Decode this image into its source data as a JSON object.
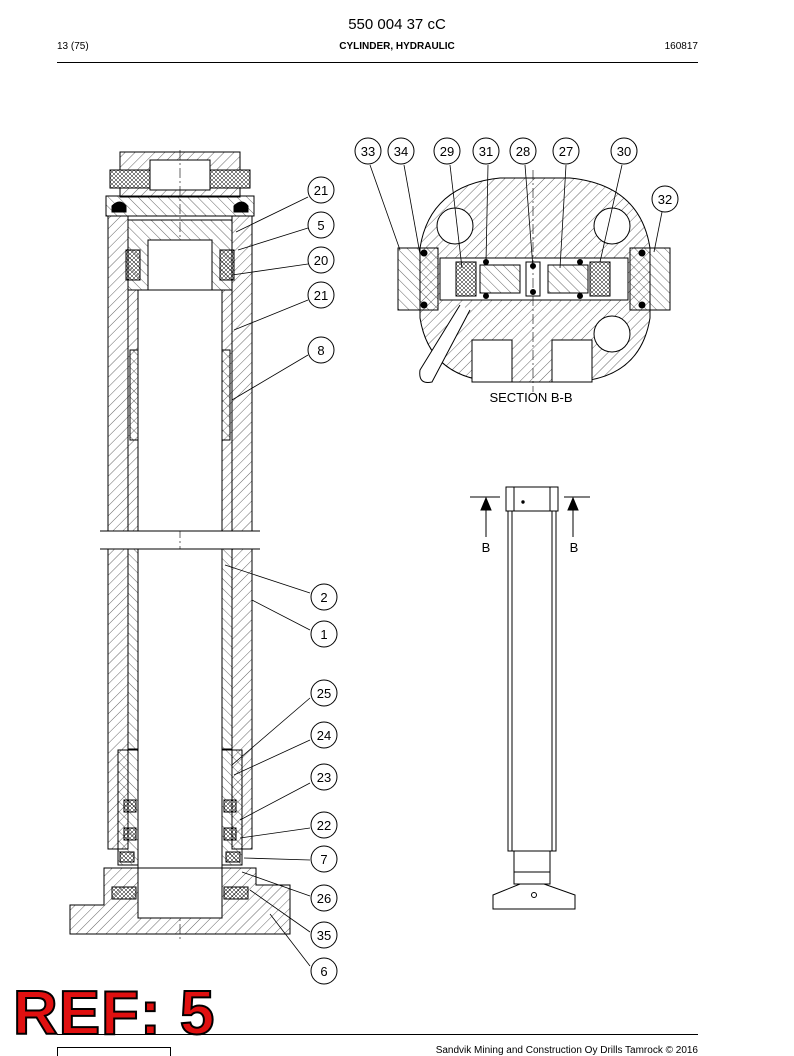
{
  "header": {
    "doc_number": "550 004 37 cC",
    "page_ref": "13 (75)",
    "section_title": "CYLINDER, HYDRAULIC",
    "date_code": "160817"
  },
  "drawing": {
    "section_caption": "SECTION B-B",
    "section_marker_left": "B",
    "section_marker_right": "B",
    "balloons": [
      {
        "id": "b21a",
        "label": "21"
      },
      {
        "id": "b5",
        "label": "5"
      },
      {
        "id": "b20",
        "label": "20"
      },
      {
        "id": "b21b",
        "label": "21"
      },
      {
        "id": "b8",
        "label": "8"
      },
      {
        "id": "b2",
        "label": "2"
      },
      {
        "id": "b1",
        "label": "1"
      },
      {
        "id": "b25",
        "label": "25"
      },
      {
        "id": "b24",
        "label": "24"
      },
      {
        "id": "b23",
        "label": "23"
      },
      {
        "id": "b22",
        "label": "22"
      },
      {
        "id": "b7",
        "label": "7"
      },
      {
        "id": "b26",
        "label": "26"
      },
      {
        "id": "b35",
        "label": "35"
      },
      {
        "id": "b6",
        "label": "6"
      },
      {
        "id": "b33",
        "label": "33"
      },
      {
        "id": "b34",
        "label": "34"
      },
      {
        "id": "b29",
        "label": "29"
      },
      {
        "id": "b31",
        "label": "31"
      },
      {
        "id": "b28",
        "label": "28"
      },
      {
        "id": "b27",
        "label": "27"
      },
      {
        "id": "b30",
        "label": "30"
      },
      {
        "id": "b32",
        "label": "32"
      }
    ]
  },
  "stamp": {
    "text": "REF: 5",
    "color": "#e01010"
  },
  "footer": {
    "copyright": "Sandvik Mining and Construction Oy Drills Tamrock © 2016"
  }
}
